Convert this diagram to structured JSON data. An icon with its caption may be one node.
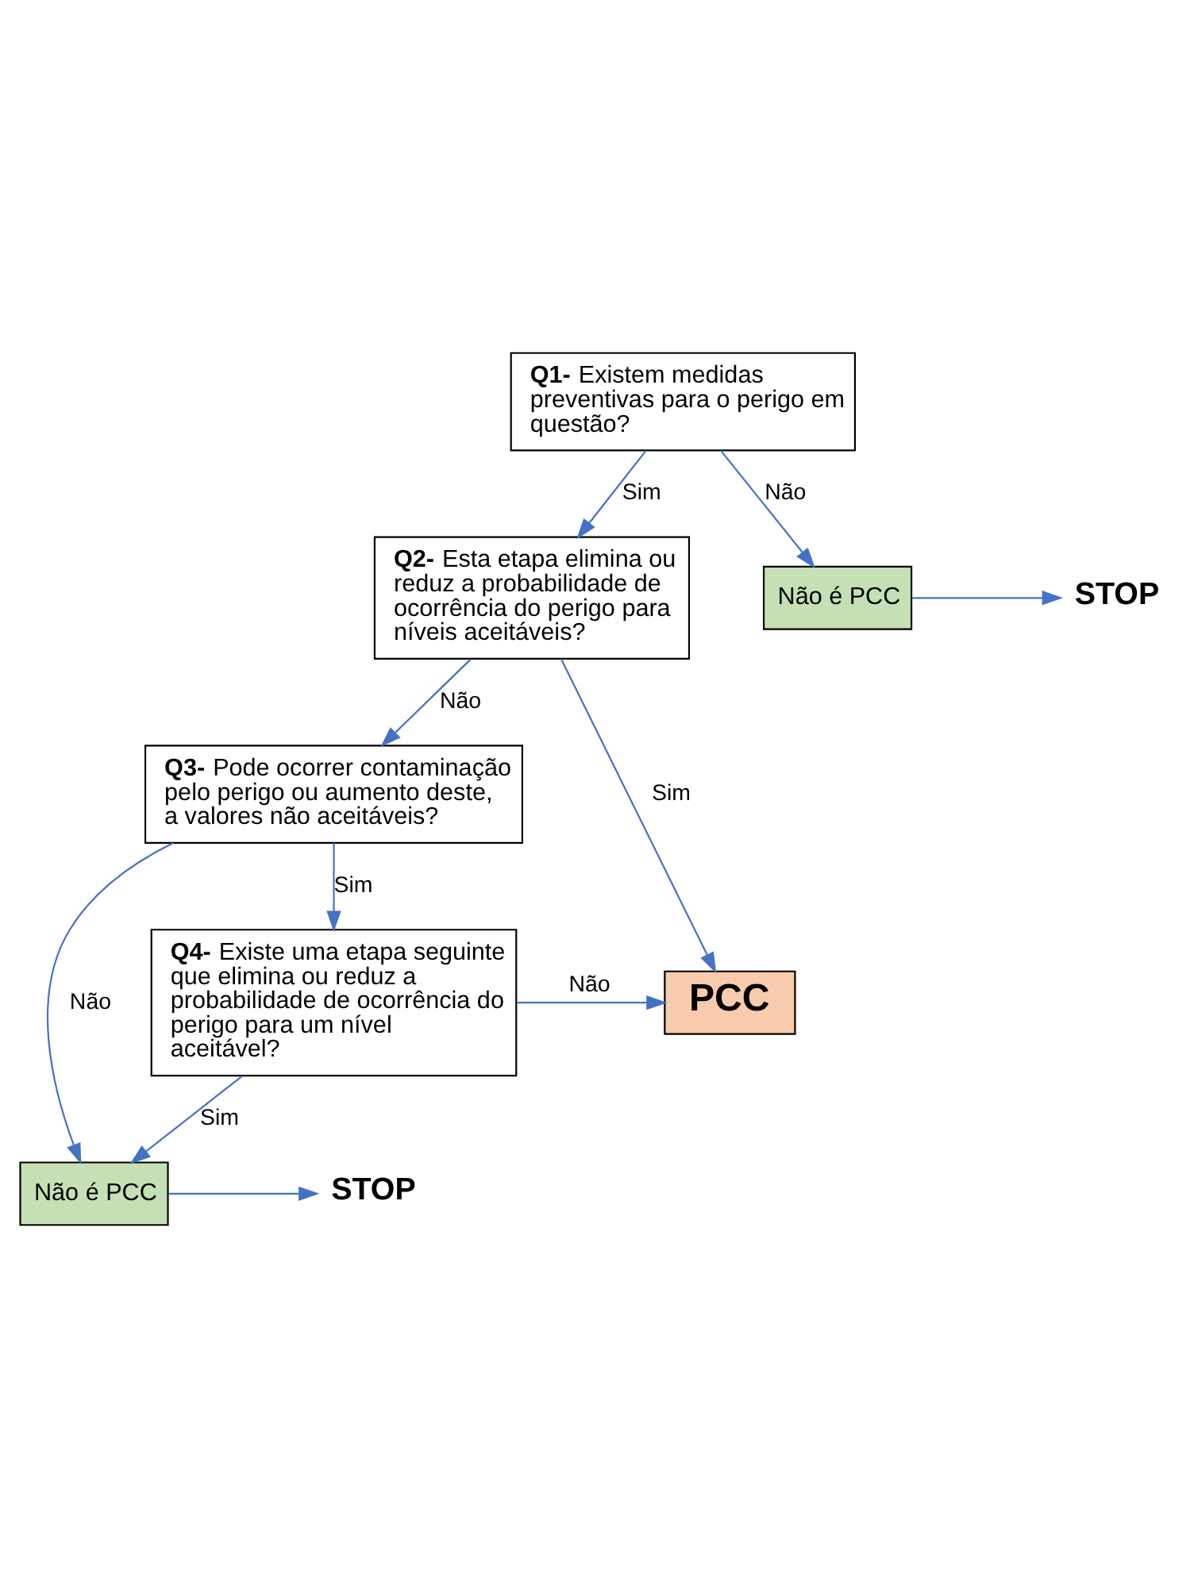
{
  "diagram": {
    "nodes": [
      {
        "text": [
          "**Q1-** Existem medidas preventivas para o perigo em questão?"
        ]
      },
      {
        "text": [
          "**Q2-** Esta etapa elimina ou reduz a probabilidade de ocorrência do perigo para níveis aceitáveis?"
        ]
      },
      {
        "text": [
          "Não é PCC"
        ]
      },
      {
        "text": [
          "STOP"
        ]
      },
      {
        "text": [
          "**Q3-** Pode ocorrer contaminação pelo perigo ou aumento deste, a valores não aceitáveis?"
        ]
      },
      {
        "text": [
          "Não é PCC"
        ]
      },
      {
        "text": [
          "STOP"
        ]
      },
      {
        "text": [
          "**Q4-** Existe uma etapa seguinte que elimina ou reduz a probabilidade de ocorrência do perigo para um nível aceitável?"
        ]
      },
      {
        "text": [
          "PCC"
        ]
      }
    ],
    "edges": [
      {
        "from": 0,
        "to": 1,
        "arrow": "to",
        "label": "Sim"
      },
      {
        "from": 0,
        "to": 2,
        "arrow": "to",
        "label": "Não"
      },
      {
        "from": 2,
        "to": 3,
        "arrow": "to"
      },
      {
        "from": 1,
        "to": 8,
        "arrow": "to",
        "label": "Sim"
      },
      {
        "from": 1,
        "to": 4,
        "arrow": "to",
        "label": "Não"
      },
      {
        "from": 4,
        "to": 7,
        "arrow": "to",
        "label": "Sim"
      },
      {
        "from": 4,
        "to": 5,
        "arrow": "to",
        "label": "Não"
      },
      {
        "from": 5,
        "to": 6,
        "arrow": "to"
      },
      {
        "from": 7,
        "to": 5,
        "arrow": "to",
        "label": "Sim"
      },
      {
        "from": 7,
        "to": 8,
        "arrow": "to",
        "label": "Não"
      }
    ]
  }
}
